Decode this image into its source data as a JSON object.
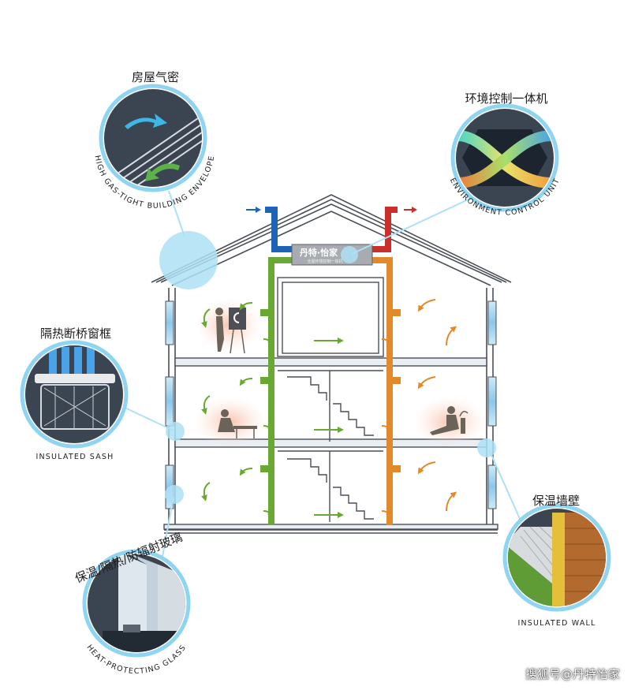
{
  "colors": {
    "supply_duct": "#6aa834",
    "exhaust_duct": "#e08a2c",
    "intake_duct": "#1d63b6",
    "outlet_duct": "#c8302b",
    "bubble": "#aee0f6",
    "dark_badge": "#3b4552",
    "house_line": "#4a4f57"
  },
  "callouts": {
    "envelope": {
      "cn": "房屋气密",
      "en": "HIGH GAS-TIGHT BUILDING ENVELOPE"
    },
    "unit": {
      "cn": "环境控制一体机",
      "en": "ENVIRONMENT CONTROL UNIT"
    },
    "sash": {
      "cn": "隔热断桥窗框",
      "en": "INSULATED SASH"
    },
    "glass": {
      "cn": "保温/隔热/防辐射玻璃",
      "en": "HEAT-PROTECTING GLASS"
    },
    "wall": {
      "cn": "保温墙壁",
      "en": "INSULATED WALL"
    }
  },
  "unit_box": {
    "brand": "丹特·怡家",
    "slogan": "全屋环境控制一体机"
  },
  "watermark": "搜狐号@丹特怡家",
  "icons": {
    "envelope": "airflow-arrows-icon",
    "unit": "heat-exchange-icon",
    "sash": "window-frame-section-icon",
    "glass": "glass-pane-section-icon",
    "wall": "wall-layers-section-icon"
  }
}
